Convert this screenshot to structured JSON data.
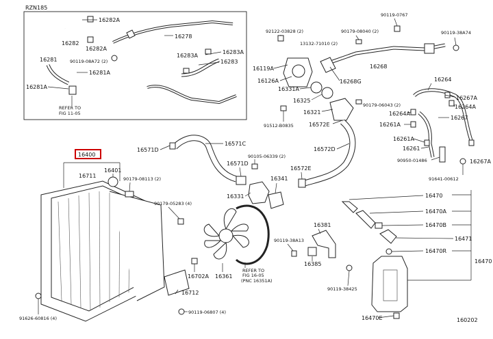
{
  "inset_title": "RZN185",
  "highlight_color": "#cc0000",
  "figure_number": "160202",
  "labels": {
    "p16282A": "16282A",
    "p16282": "16282",
    "p16282A_b": "16282A",
    "p16278": "16278",
    "p16281": "16281",
    "p90119_08a": "90119-08A72 (2)",
    "p16281A": "16281A",
    "p16281A_b": "16281A",
    "p16283A": "16283A",
    "p16283A_b": "16283A",
    "p16283": "16283",
    "refer_fig_1": "REFER TO",
    "refer_fig_2": "FIG 11-05",
    "p90119_0767": "90119-0767",
    "p90179_08040": "90179-08040 (2)",
    "p90119_38474": "90119-38A74",
    "p92122_03828": "92122-03828 (2)",
    "p13132": "13132-71010 (2)",
    "p16268": "16268",
    "p16119A": "16119A",
    "p16126A": "16126A",
    "p16268G": "16268G",
    "p16331A": "16331A",
    "p16325": "16325",
    "p90179_06043": "90179-06043 (2)",
    "p16321": "16321",
    "p16572E": "16572E",
    "p91512": "91512-B0835",
    "p16264": "16264",
    "p16267A": "16267A",
    "p16264A": "16264A",
    "p16264A_b": "16264A",
    "p16267": "16267",
    "p16261A": "16261A",
    "p16261A_b": "16261A",
    "p16261": "16261",
    "p90950": "90950-01486",
    "p16267A_b": "16267A",
    "p91641": "91641-00612",
    "p16400": "16400",
    "p16401": "16401",
    "p16711": "16711",
    "p90179_08113": "90179-08113 (2)",
    "p16571D": "16571D",
    "p16571C": "16571C",
    "p16571D_b": "16571D",
    "p90105": "90105-06339 (2)",
    "p16572D": "16572D",
    "p16572E_b": "16572E",
    "p16341": "16341",
    "p16331": "16331",
    "p90179_05283": "90179-05283 (4)",
    "p16470": "16470",
    "p16470A": "16470A",
    "p16470B": "16470B",
    "p16381": "16381",
    "p90119_38A13": "90119-38A13",
    "p16385": "16385",
    "p16471": "16471",
    "p16470R": "16470R",
    "p16470_main": "16470",
    "p16702A": "16702A",
    "p16361": "16361",
    "refer_fan_1": "REFER TO",
    "refer_fan_2": "FIG 16-05",
    "refer_fan_3": "(PNC 16351A)",
    "p16712": "16712",
    "p90119_06807": "90119-06807 (4)",
    "p91626": "91626-60816 (4)",
    "p90119_38425": "90119-38425",
    "p16470E": "16470E"
  }
}
